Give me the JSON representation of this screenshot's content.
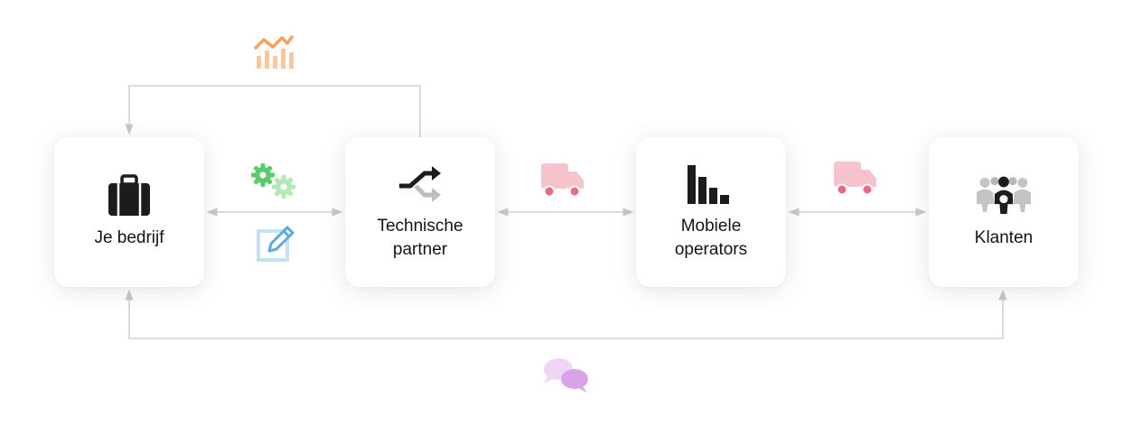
{
  "nodes": [
    {
      "label": "Je bedrijf",
      "icon": "briefcase-icon"
    },
    {
      "label": "Technische\npartner",
      "icon": "shuffle-arrows-icon"
    },
    {
      "label": "Mobiele\noperators",
      "icon": "bar-signal-icon"
    },
    {
      "label": "Klanten",
      "icon": "people-group-icon"
    }
  ],
  "flow_icons": {
    "top": "chart-trend-icon",
    "between_1_2_upper": "gears-icon",
    "between_1_2_lower": "edit-pencil-icon",
    "between_2_3": "truck-icon",
    "between_3_4": "truck-icon",
    "bottom": "chat-bubbles-icon"
  },
  "colors": {
    "line": "#c8c8c8",
    "icon_dark": "#1c1c1c",
    "icon_grey": "#bdbdbd",
    "chart_orange": "#f7a35c",
    "gear_green": "#5cc96b",
    "gear_green_light": "#b5e8b7",
    "pencil_blue": "#5aa9e6",
    "pencil_blue_light": "#c6e0f7",
    "truck_pink": "#f6c3cc",
    "truck_wheel": "#e96a81",
    "chat_light": "#f0d5f4",
    "chat_purple": "#d8a3e8"
  }
}
